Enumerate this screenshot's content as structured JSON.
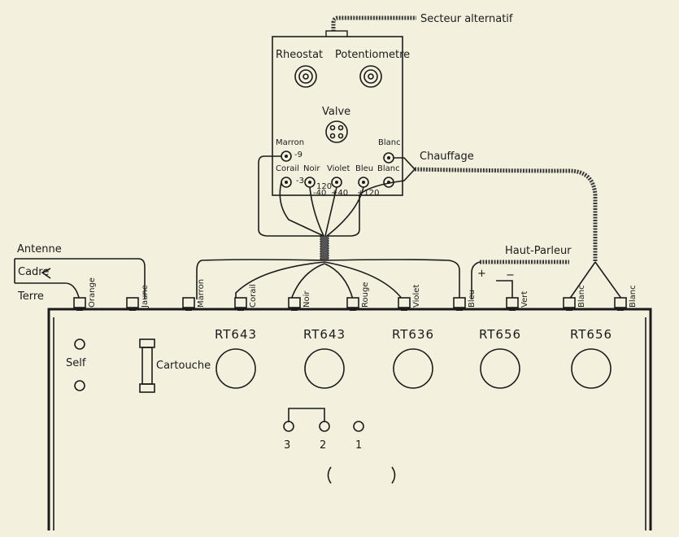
{
  "top": {
    "mains": "Secteur alternatif",
    "rheostat": "Rheostat",
    "potentiometre": "Potentiometre",
    "valve": "Valve",
    "marron": "Marron",
    "marron_v": "-9",
    "blanc1": "Blanc",
    "corail": "Corail",
    "corail_v": "-3",
    "noir": "Noir",
    "noir_v1": "120",
    "noir_v2": "-40",
    "violet": "Violet",
    "violet_v": "+40",
    "bleu": "Bleu",
    "bleu_v": "+120",
    "blanc2": "Blanc",
    "chauffage": "Chauffage",
    "haut_parleur": "Haut-Parleur",
    "plus": "+",
    "minus": "−"
  },
  "left": {
    "antenne": "Antenne",
    "cadre": "Cadre",
    "terre": "Terre"
  },
  "terminals": [
    "Orange",
    "Jaune",
    "Marron",
    "Corail",
    "Noir",
    "Rouge",
    "Violet",
    "Bleu",
    "Vert",
    "Blanc",
    "Blanc"
  ],
  "chassis": {
    "self": "Self",
    "cartouche": "Cartouche",
    "tubes": [
      "RT643",
      "RT643",
      "RT636",
      "RT656",
      "RT656"
    ],
    "positions": [
      "3",
      "2",
      "1"
    ]
  }
}
